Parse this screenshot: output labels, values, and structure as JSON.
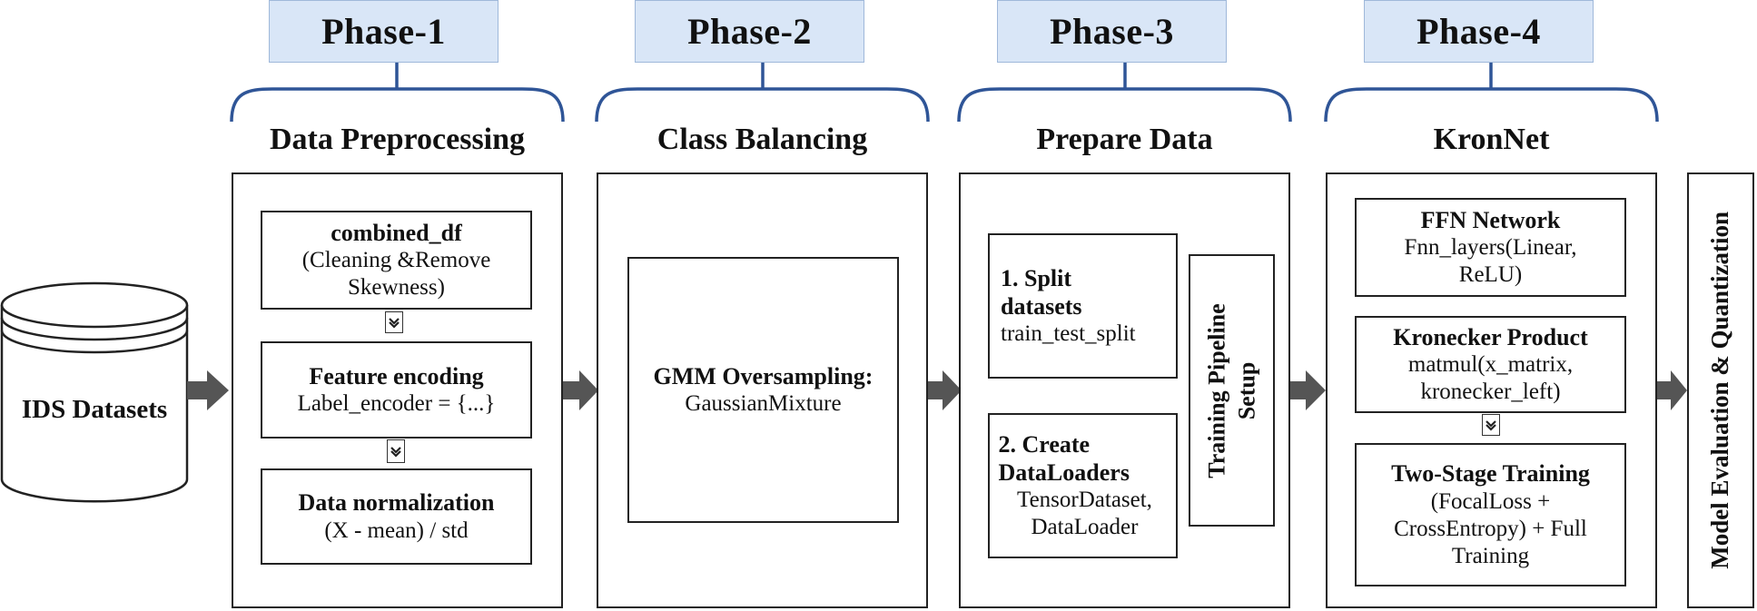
{
  "colors": {
    "phase_fill": "#d9e6f7",
    "phase_border": "#9fb8da",
    "bracket": "#2f5597",
    "arrow": "#555555",
    "outline": "#222222"
  },
  "source": {
    "label": "IDS Datasets",
    "icon": "database-cylinder-icon"
  },
  "phases": [
    {
      "label": "Phase-1",
      "stage": "Data Preprocessing",
      "steps": [
        {
          "title": "combined_df",
          "detail": "(Cleaning &Remove Skewness)"
        },
        {
          "title": "Feature encoding",
          "detail": "Label_encoder = {...}"
        },
        {
          "title": "Data normalization",
          "detail": "(X - mean) / std"
        }
      ]
    },
    {
      "label": "Phase-2",
      "stage": "Class Balancing",
      "steps": [
        {
          "title": "GMM Oversampling:",
          "detail": "GaussianMixture"
        }
      ]
    },
    {
      "label": "Phase-3",
      "stage": "Prepare Data",
      "steps": [
        {
          "title": "1. Split datasets",
          "detail": "train_test_split"
        },
        {
          "title": "2. Create DataLoaders",
          "detail": "TensorDataset, DataLoader"
        }
      ],
      "side_box": "Training Pipeline Setup"
    },
    {
      "label": "Phase-4",
      "stage": "KronNet",
      "steps": [
        {
          "title": "FFN Network",
          "detail": "Fnn_layers(Linear, ReLU)"
        },
        {
          "title": "Kronecker Product",
          "detail": "matmul(x_matrix, kronecker_left)"
        },
        {
          "title": "Two-Stage Training",
          "detail": "(FocalLoss + CrossEntropy) + Full Training"
        }
      ]
    }
  ],
  "final_stage": "Model Evaluation & Quantization"
}
